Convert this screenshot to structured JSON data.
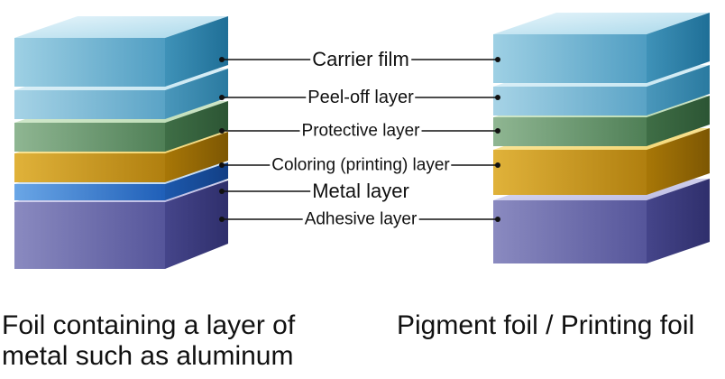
{
  "labels": {
    "carrier": "Carrier film",
    "peel": "Peel-off layer",
    "protective": "Protective layer",
    "coloring": "Coloring (printing) layer",
    "metal": "Metal layer",
    "adhesive": "Adhesive layer"
  },
  "captions": {
    "left_line1": "Foil containing a layer of",
    "left_line2": "metal such as aluminum",
    "right": "Pigment foil / Printing foil"
  },
  "colors": {
    "carrier": "#6fb6d3",
    "peel": "#7fbfd6",
    "protective": "#6e9a72",
    "coloring": "#d3a21a",
    "metal": "#3b7fcf",
    "adhesive": "#6f6fa8",
    "line": "#111111"
  }
}
